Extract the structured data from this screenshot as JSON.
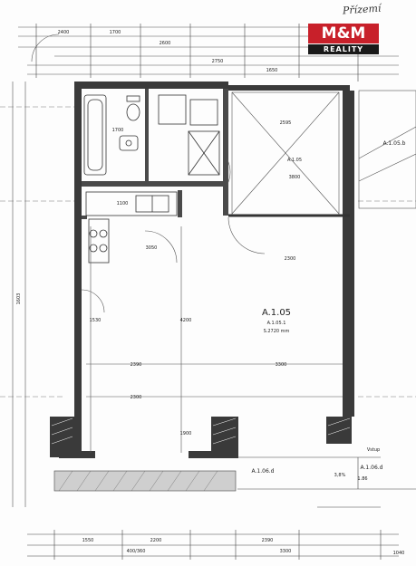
{
  "handwritten_note": "Přízemí",
  "logo": {
    "mark": "M&M",
    "tagline": "REALITY"
  },
  "rooms": {
    "main": {
      "code": "A.1.05",
      "sub": "A.1.05.1",
      "area": "S.2720 mm"
    },
    "room_top": {
      "code": "A.1.05"
    },
    "neighbor_right": {
      "code": "A.1.05.b"
    },
    "neighbor_bottom": {
      "code": "A.1.06.d"
    }
  },
  "dimensions": {
    "top": [
      "2400",
      "1700",
      "2600",
      "2750",
      "1650"
    ],
    "bath_width": "1700",
    "room_width": "2595",
    "room_bottom": "3800",
    "kitchen": "3050",
    "hall_width": "2300",
    "left_mid": "1530",
    "main_bottom": "2390",
    "left_vertical": "1603",
    "bottom_row": [
      "1550",
      "2200",
      "2390"
    ],
    "bottom_total": "400/360",
    "bottom_total2": "3300",
    "right_low": "1040",
    "height_label": "4200",
    "kitchen_sub": "1100"
  },
  "annotations": {
    "main_left": "2300",
    "main_right": "3300",
    "wall_bottom": "1900",
    "corner": "3,8%",
    "bottom_note": "1.86",
    "entrance": "Vstup"
  }
}
